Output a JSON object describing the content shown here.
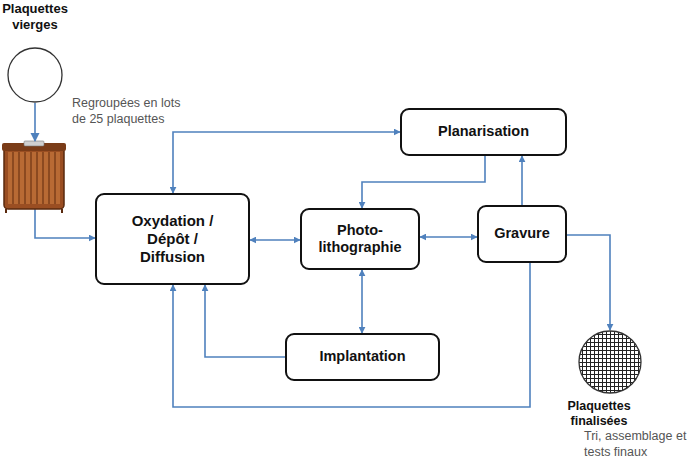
{
  "diagram": {
    "nodes": [
      {
        "text": [
          "Plaquettes vierges"
        ]
      },
      {
        "text": [
          "Oxydation / Dépôt / Diffusion"
        ]
      },
      {
        "text": [
          "Planarisation"
        ]
      },
      {
        "text": [
          "Photo-lithographie"
        ]
      },
      {
        "text": [
          "Gravure"
        ]
      },
      {
        "text": [
          "Implantation"
        ]
      },
      {
        "text": [
          "Plaquettes finalisées"
        ]
      }
    ],
    "edges": [
      {
        "from": 0,
        "to": 1,
        "arrow": "to"
      },
      {
        "from": 1,
        "to": 3,
        "arrow": "both"
      },
      {
        "from": 1,
        "to": 2,
        "arrow": "both"
      },
      {
        "from": 3,
        "to": 4,
        "arrow": "both"
      },
      {
        "from": 3,
        "to": 5,
        "arrow": "both"
      },
      {
        "from": 5,
        "to": 1,
        "arrow": "to"
      },
      {
        "from": 4,
        "to": 2,
        "arrow": "to"
      },
      {
        "from": 2,
        "to": 3,
        "arrow": "to"
      },
      {
        "from": 4,
        "to": 1,
        "arrow": "to"
      },
      {
        "from": 4,
        "to": 6,
        "arrow": "to"
      }
    ],
    "labels": [
      "Regroupées en lots de 25 plaquettes",
      "Tri, assemblage et tests finaux"
    ]
  }
}
